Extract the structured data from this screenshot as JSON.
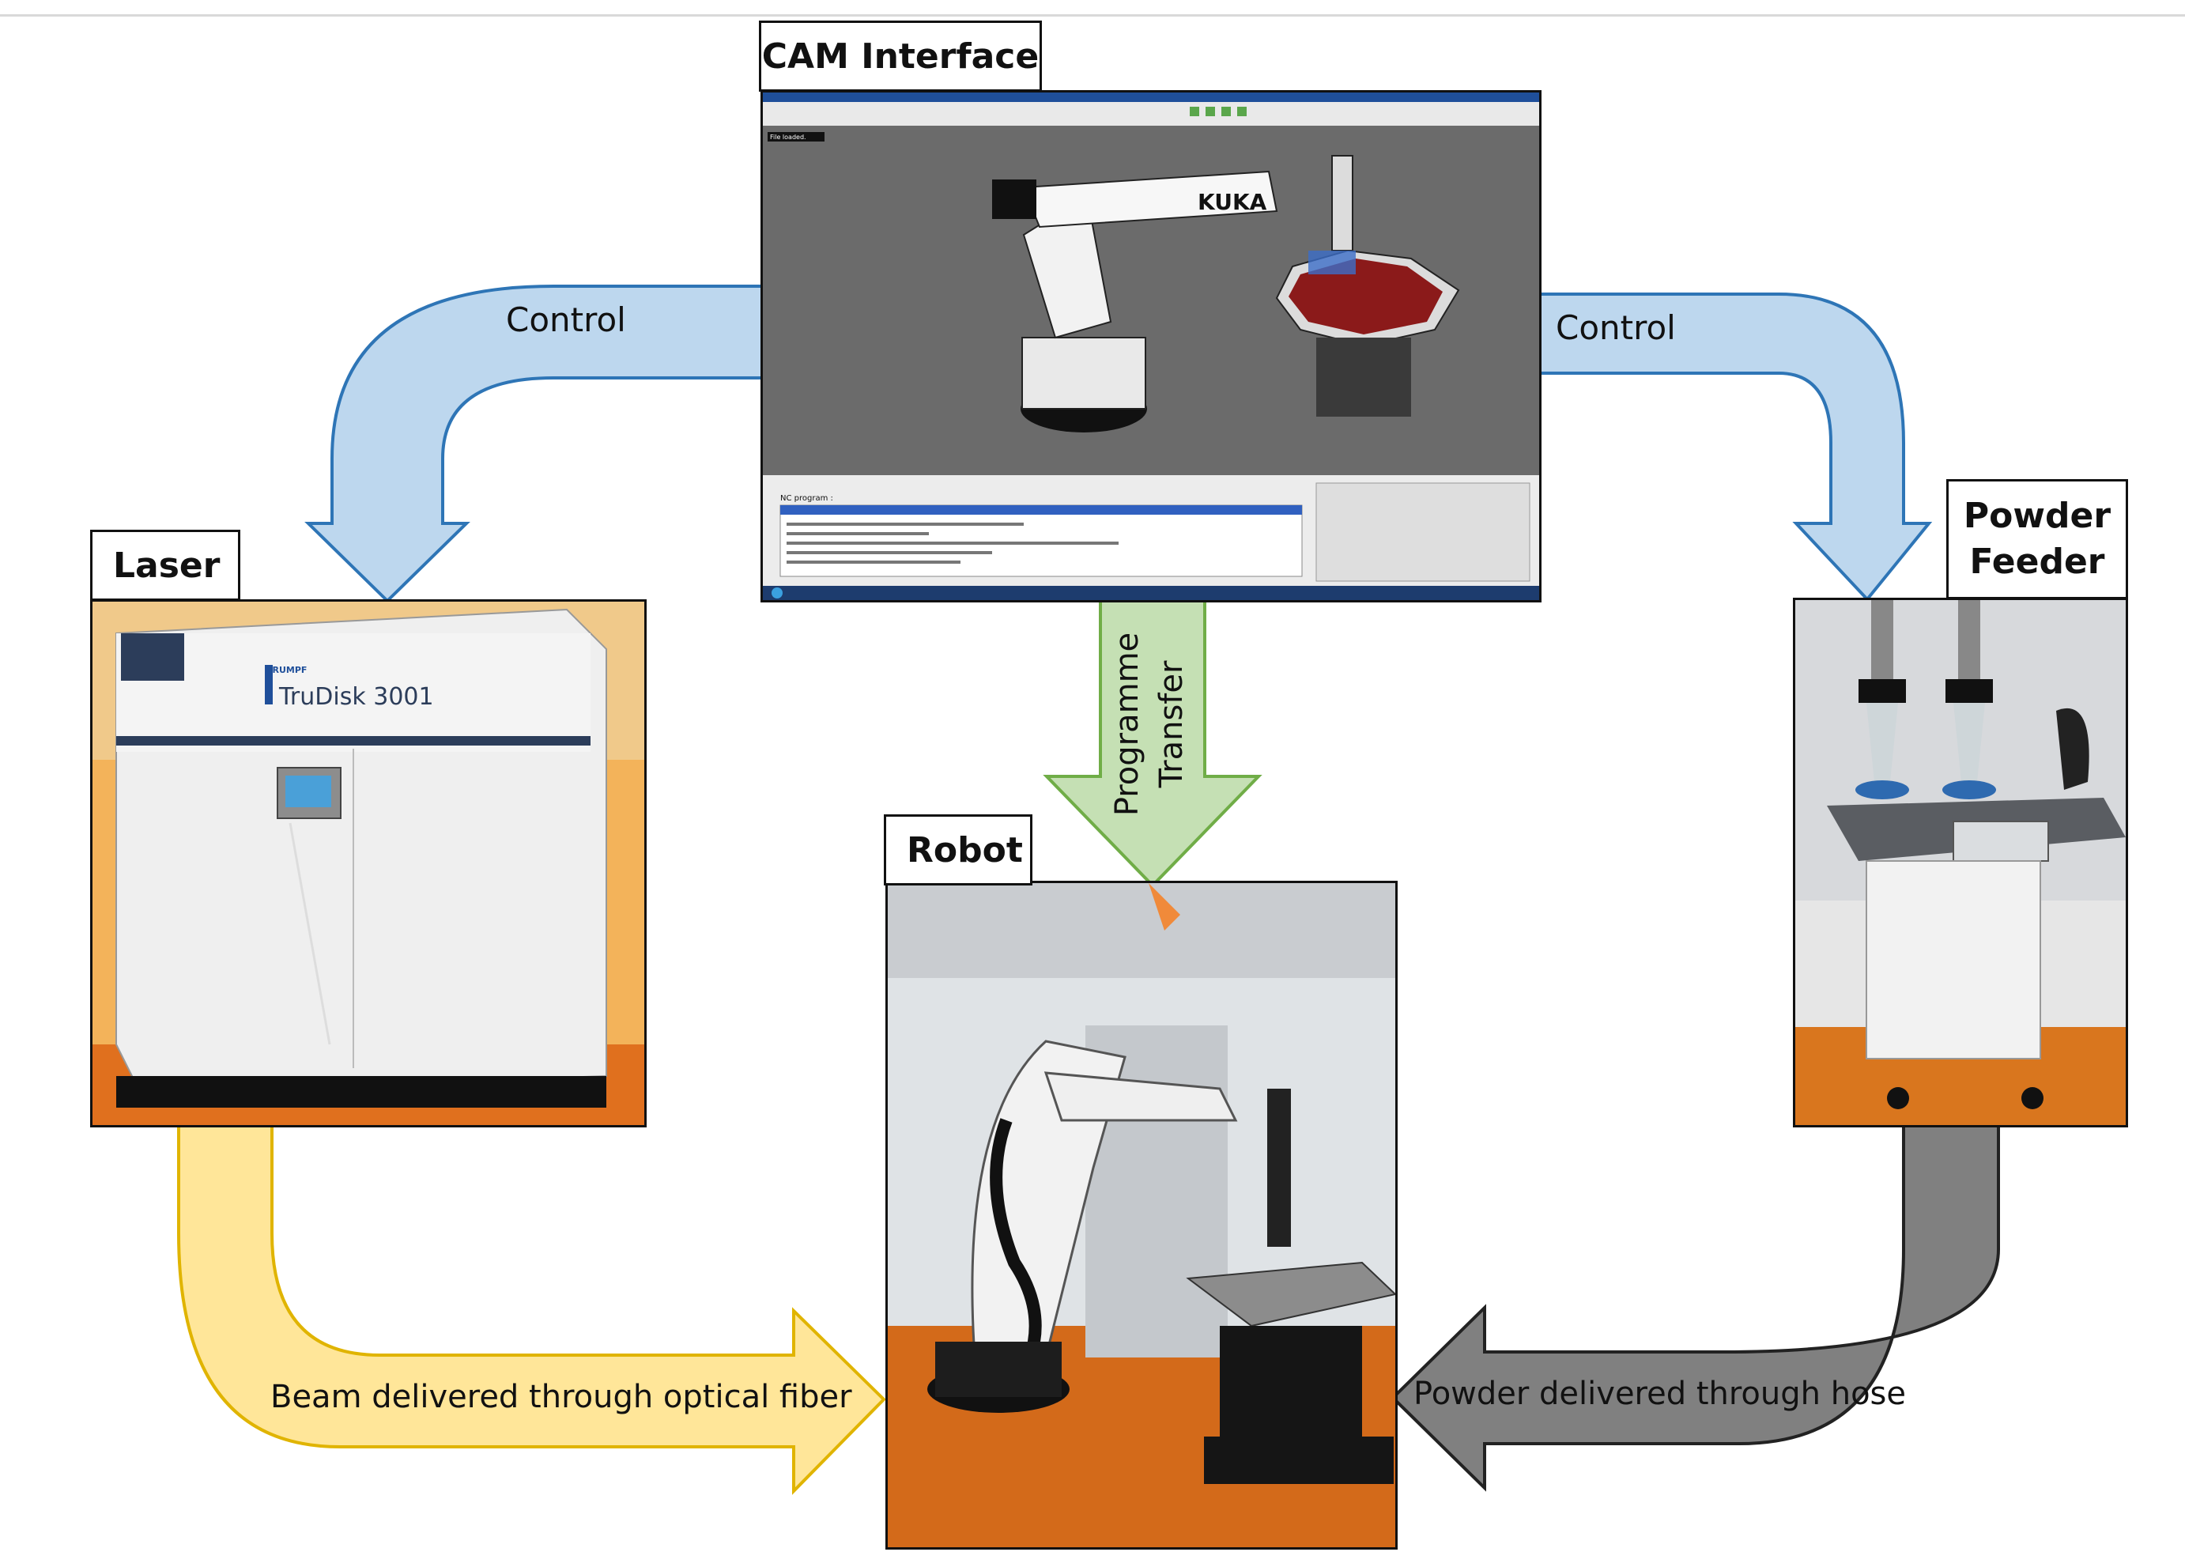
{
  "labels": {
    "cam_interface": "CAM Interface",
    "laser": "Laser",
    "robot": "Robot",
    "powder_feeder_line1": "Powder",
    "powder_feeder_line2": "Feeder"
  },
  "arrows": {
    "control_left": "Control",
    "control_right": "Control",
    "programme_transfer_line1": "Programme",
    "programme_transfer_line2": "Transfer",
    "beam": "Beam delivered through optical fiber",
    "powder": "Powder delivered through hose"
  },
  "laser_unit": {
    "brand": "TRUMPF",
    "model": "TruDisk 3001"
  },
  "cam_window": {
    "robot_logo": "KUKA",
    "nc_program_label": "NC program :",
    "status": "File loaded."
  },
  "colors": {
    "control_arrow": "#bdd7ee",
    "control_arrow_stroke": "#2e75b6",
    "programme_arrow": "#c5e0b4",
    "programme_arrow_stroke": "#70ad47",
    "beam_arrow": "#ffe699",
    "beam_arrow_stroke": "#e0b400",
    "powder_arrow": "#808080",
    "powder_arrow_stroke": "#222222"
  }
}
